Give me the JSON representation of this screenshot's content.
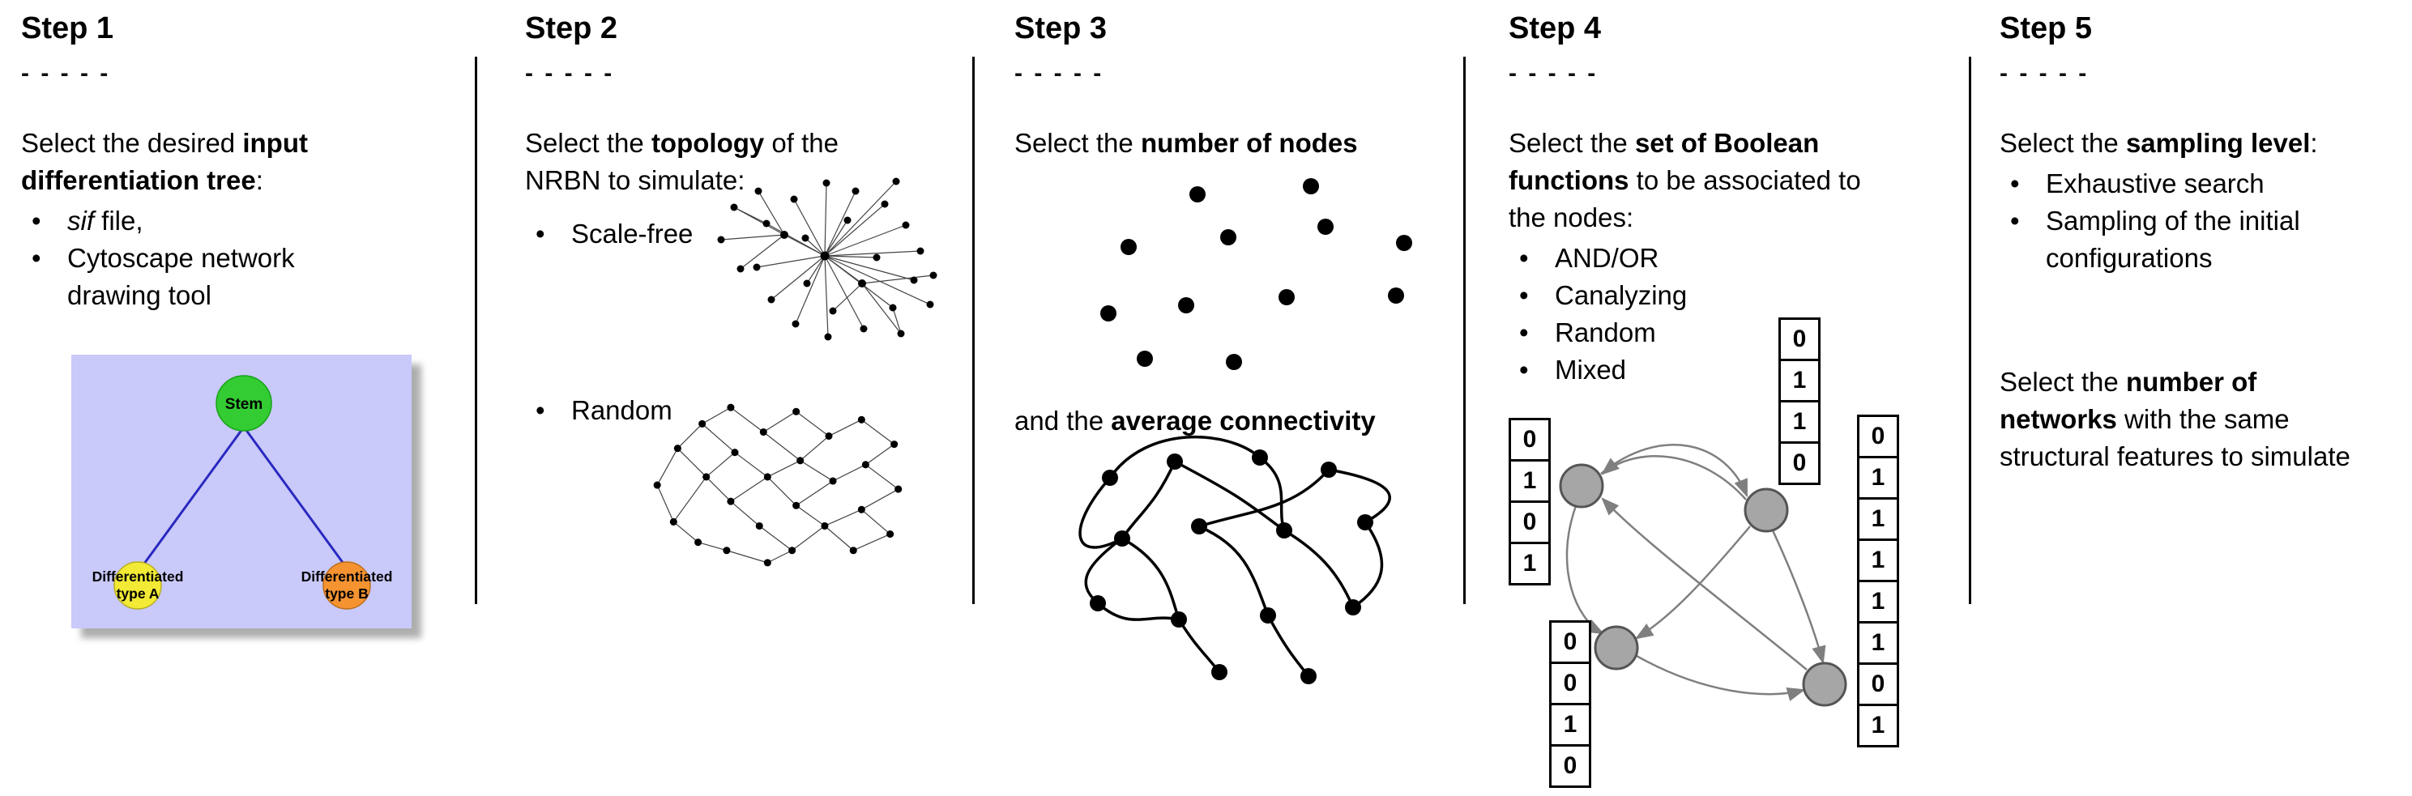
{
  "figure": {
    "steps": [
      {
        "title": "Step 1",
        "separator": "- - - - -",
        "intro": {
          "pre": "Select the desired ",
          "bold_line1": "input",
          "bold_line2": "differentiation tree",
          "post": ":"
        },
        "bullets": {
          "sif": {
            "italic": "sif",
            "rest": " file,"
          },
          "cytoscape": {
            "line1": "Cytoscape network",
            "line2": "drawing tool"
          }
        },
        "tree": {
          "stem_label": "Stem",
          "type_a_label_line1": "Differentiated",
          "type_a_label_line2": "type A",
          "type_b_label_line1": "Differentiated",
          "type_b_label_line2": "type B",
          "colors": {
            "background": "#c9c9fa",
            "stem_fill": "#33cc33",
            "type_a_fill": "#f2ea35",
            "type_b_fill": "#f59331",
            "edge_stroke": "#2929c0"
          }
        }
      },
      {
        "title": "Step 2",
        "separator": "- - - - -",
        "intro": {
          "pre": "Select the ",
          "bold": "topology",
          "mid": " of the",
          "line2": "NRBN to simulate:"
        },
        "bullets": {
          "scale_free": "Scale-free",
          "random": "Random"
        }
      },
      {
        "title": "Step 3",
        "separator": "- - - - -",
        "line1": {
          "pre": "Select the ",
          "bold": "number of nodes"
        },
        "line2": {
          "pre": "and the ",
          "bold": "average connectivity"
        }
      },
      {
        "title": "Step 4",
        "separator": "- - - - -",
        "intro": {
          "pre": "Select the ",
          "bold_line1": "set of Boolean",
          "bold_line2": "functions",
          "mid": " to be associated to",
          "line3": "the nodes:"
        },
        "bullets": [
          "AND/OR",
          "Canalyzing",
          "Random",
          "Mixed"
        ],
        "truth_tables": {
          "left": [
            "0",
            "1",
            "0",
            "1"
          ],
          "top": [
            "0",
            "1",
            "1",
            "0"
          ],
          "bottom_left": [
            "0",
            "0",
            "1",
            "0"
          ],
          "right": [
            "0",
            "1",
            "1",
            "1",
            "1",
            "1",
            "0",
            "1"
          ]
        }
      },
      {
        "title": "Step 5",
        "separator": "- - - - -",
        "intro": {
          "pre": "Select the ",
          "bold": "sampling level",
          "post": ":"
        },
        "bullets": {
          "exhaustive": "Exhaustive search",
          "sampling_line1": "Sampling of the initial",
          "sampling_line2": "configurations"
        },
        "paragraph2": {
          "pre": "Select the ",
          "bold_line1": "number of",
          "bold_line2": "networks",
          "mid": " with the same",
          "line3": "structural features to simulate"
        }
      }
    ]
  }
}
